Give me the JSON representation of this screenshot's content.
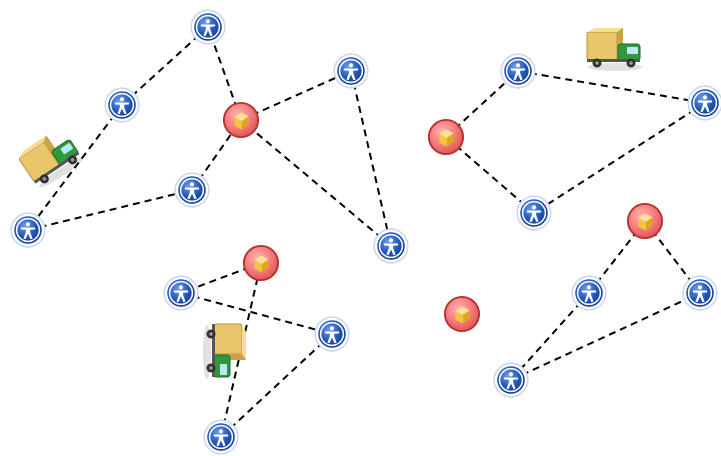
{
  "diagram": {
    "type": "vehicle-routing-network",
    "colors": {
      "route": "#000000",
      "customer_fill": "#1f4fa8",
      "customer_ring": "#ffffff",
      "depot_fill": "#f2777a",
      "depot_border": "#c0392b",
      "package": "#f4c542",
      "truck_body": "#2e9a3c",
      "truck_cargo": "#e8c56a"
    },
    "nodes": [
      {
        "id": "c1",
        "kind": "customer",
        "icon": "person-icon"
      },
      {
        "id": "c2",
        "kind": "customer",
        "icon": "person-icon"
      },
      {
        "id": "c3",
        "kind": "customer",
        "icon": "person-icon"
      },
      {
        "id": "c4",
        "kind": "customer",
        "icon": "person-icon"
      },
      {
        "id": "c5",
        "kind": "customer",
        "icon": "person-icon"
      },
      {
        "id": "c6",
        "kind": "customer",
        "icon": "person-icon"
      },
      {
        "id": "c7",
        "kind": "customer",
        "icon": "person-icon"
      },
      {
        "id": "c8",
        "kind": "customer",
        "icon": "person-icon"
      },
      {
        "id": "c9",
        "kind": "customer",
        "icon": "person-icon"
      },
      {
        "id": "c10",
        "kind": "customer",
        "icon": "person-icon"
      },
      {
        "id": "c11",
        "kind": "customer",
        "icon": "person-icon"
      },
      {
        "id": "c12",
        "kind": "customer",
        "icon": "person-icon"
      },
      {
        "id": "c13",
        "kind": "customer",
        "icon": "person-icon"
      },
      {
        "id": "c14",
        "kind": "customer",
        "icon": "person-icon"
      },
      {
        "id": "c15",
        "kind": "customer",
        "icon": "person-icon"
      },
      {
        "id": "d1",
        "kind": "depot",
        "icon": "package-icon"
      },
      {
        "id": "d2",
        "kind": "depot",
        "icon": "package-icon"
      },
      {
        "id": "d3",
        "kind": "depot",
        "icon": "package-icon"
      },
      {
        "id": "d4",
        "kind": "depot",
        "icon": "package-icon"
      },
      {
        "id": "d5",
        "kind": "depot",
        "icon": "package-icon"
      }
    ],
    "edges": [
      [
        "c1",
        "c2"
      ],
      [
        "c2",
        "c5"
      ],
      [
        "c5",
        "c4"
      ],
      [
        "c4",
        "d1"
      ],
      [
        "d1",
        "c1"
      ],
      [
        "d1",
        "c3"
      ],
      [
        "c3",
        "c6"
      ],
      [
        "c6",
        "d1"
      ],
      [
        "d4",
        "c7"
      ],
      [
        "c7",
        "c9"
      ],
      [
        "c9",
        "c8"
      ],
      [
        "c8",
        "d4"
      ],
      [
        "d2",
        "c10"
      ],
      [
        "c10",
        "c11"
      ],
      [
        "c11",
        "c12"
      ],
      [
        "c12",
        "d2"
      ],
      [
        "d3",
        "c13"
      ],
      [
        "c13",
        "c15"
      ],
      [
        "c15",
        "c14"
      ],
      [
        "c14",
        "d3"
      ]
    ],
    "trucks": [
      {
        "id": "t1",
        "icon": "truck-icon"
      },
      {
        "id": "t2",
        "icon": "truck-icon"
      },
      {
        "id": "t3",
        "icon": "truck-icon"
      }
    ]
  }
}
